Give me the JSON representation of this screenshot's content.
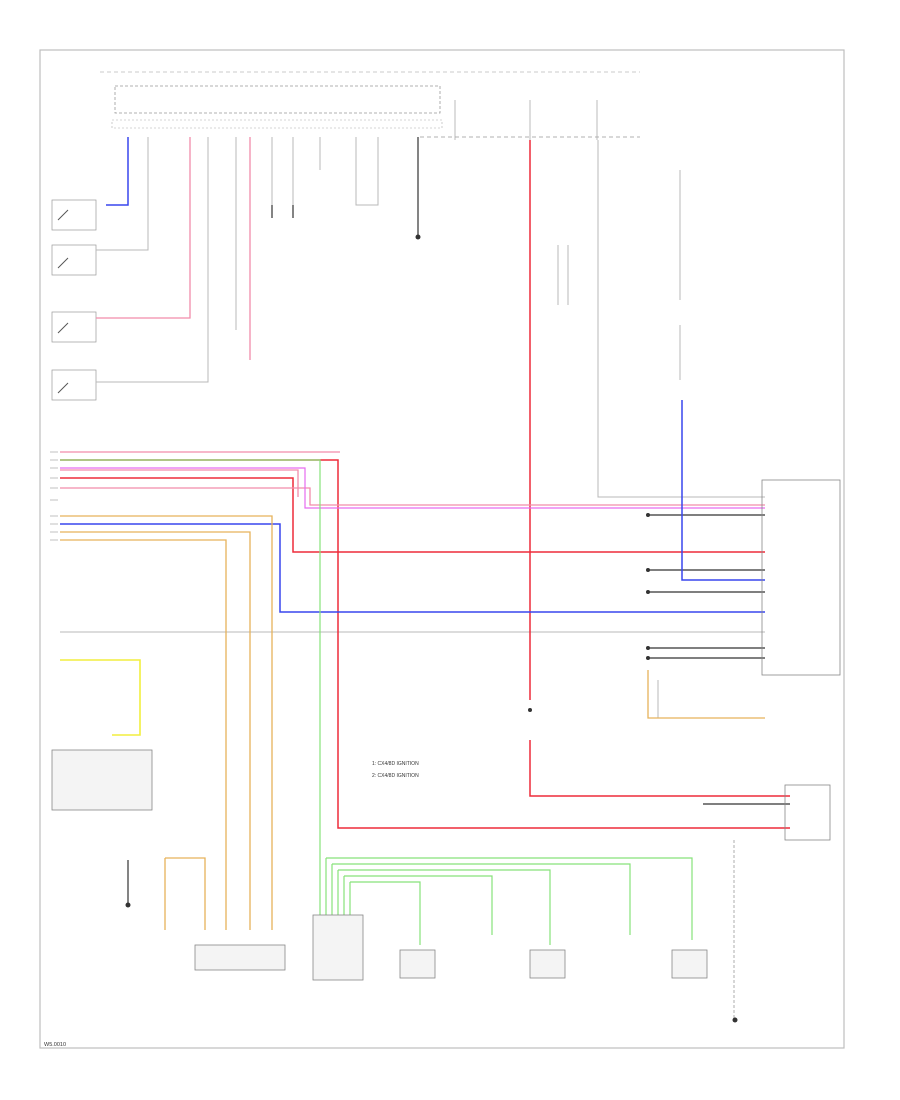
{
  "footer": {
    "code": "W5.0010"
  },
  "legend": [
    {
      "text": "1: CX4/8D IGNITION"
    },
    {
      "text": "2: CX4/8D IGNITION"
    }
  ],
  "colors": {
    "red": "#ee2b3a",
    "pink": "#f28cab",
    "magenta": "#e66cf0",
    "blue": "#3946ee",
    "green": "#87e27a",
    "yellow": "#f2ee3e",
    "tan": "#e6b25a",
    "gray": "#b8b8b8",
    "black": "#222222"
  }
}
